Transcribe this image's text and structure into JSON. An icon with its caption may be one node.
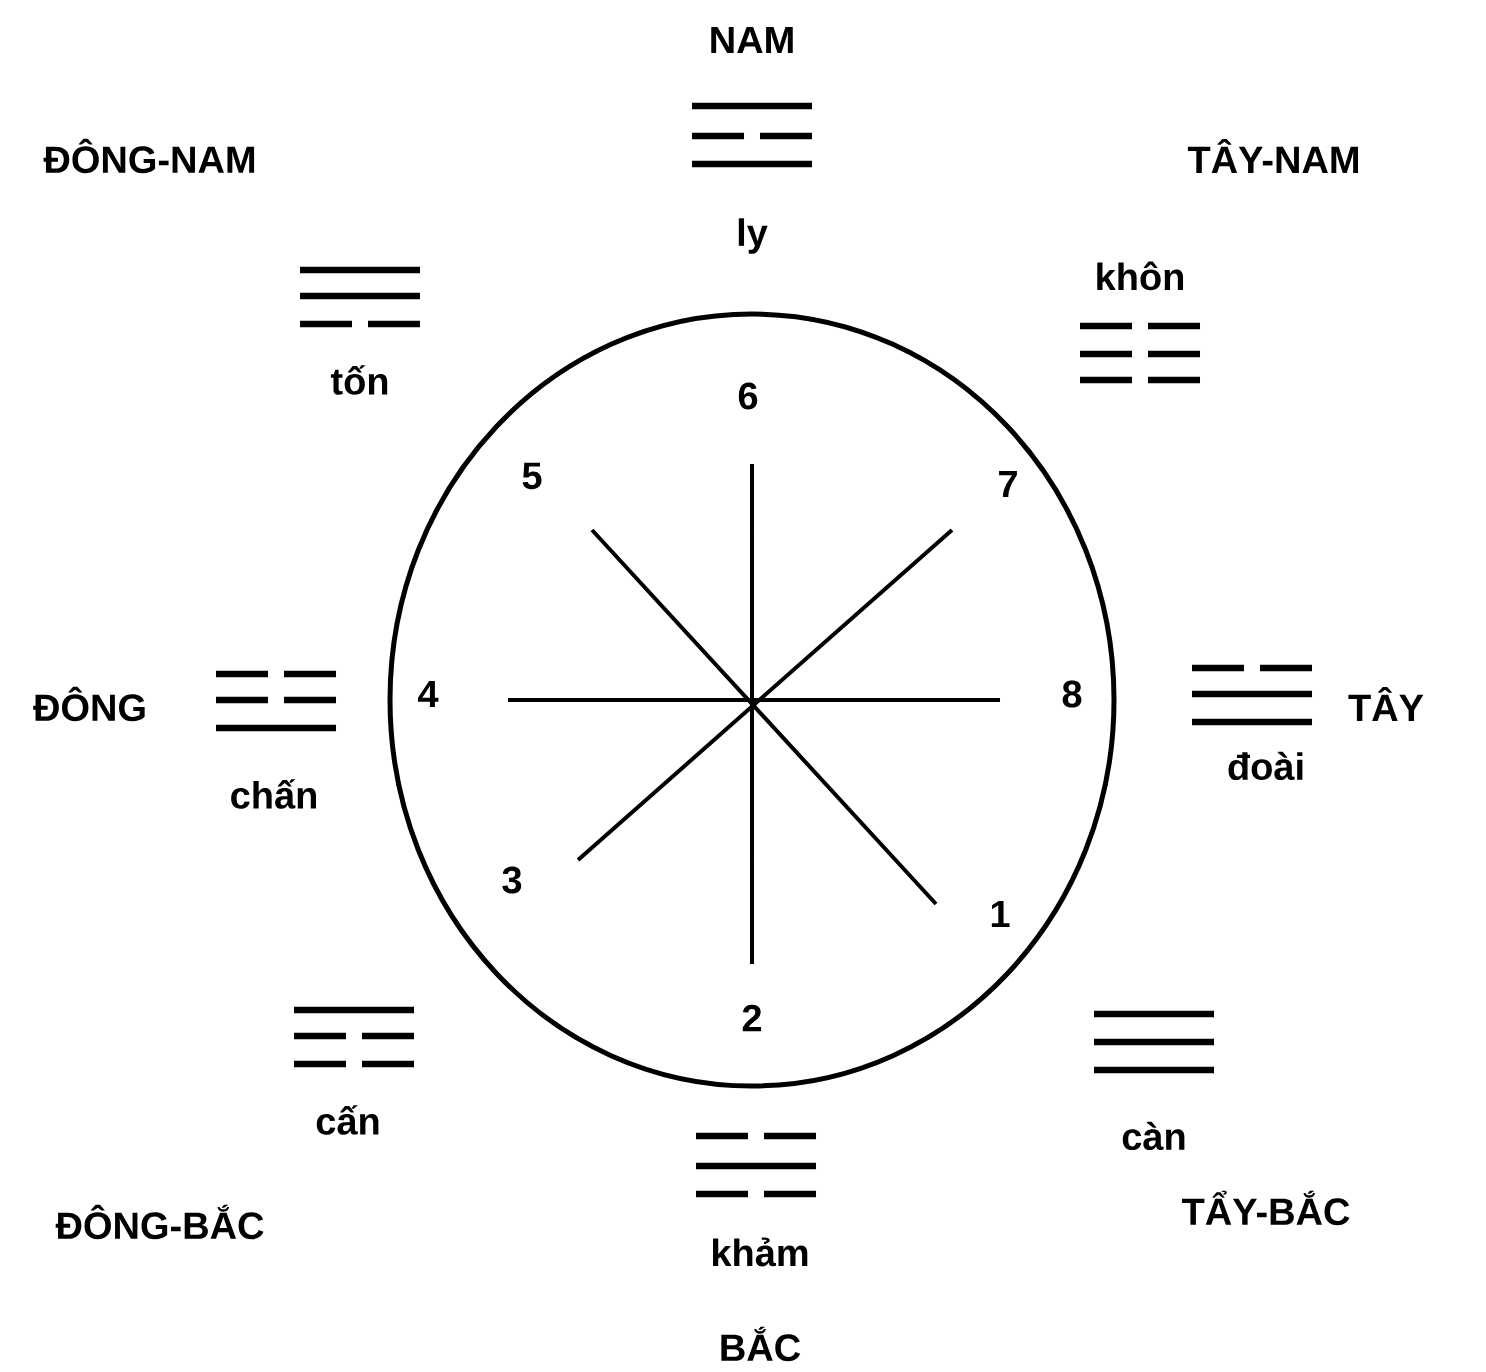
{
  "diagram": {
    "labels": [
      "NAM",
      "ĐÔNG-NAM",
      "TÂY-NAM",
      "ly",
      "khôn",
      "tốn",
      "6",
      "5",
      "7",
      "ĐÔNG",
      "4",
      "8",
      "TÂY",
      "chấn",
      "đoài",
      "3",
      "1",
      "2",
      "cấn",
      "càn",
      "ĐÔNG-BẮC",
      "TẨY-BẮC",
      "khảm",
      "BẮC"
    ]
  }
}
